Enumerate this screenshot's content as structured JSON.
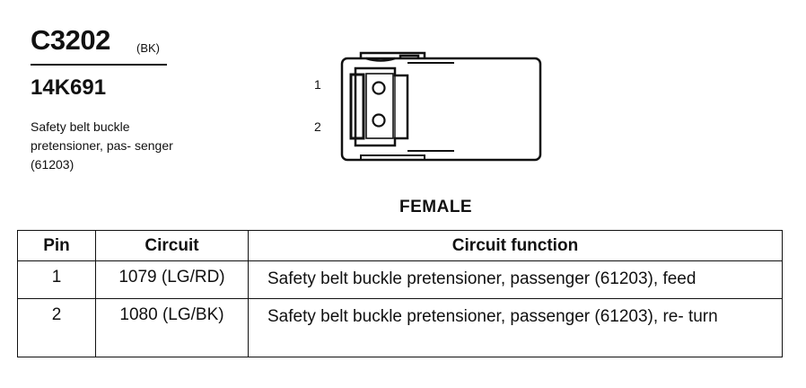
{
  "connector": {
    "id": "C3202",
    "color_code": "(BK)",
    "part_number": "14K691",
    "description": "Safety belt buckle pretensioner, pas- senger (61203)",
    "gender": "FEMALE",
    "pin_labels": [
      "1",
      "2"
    ]
  },
  "table": {
    "headers": {
      "pin": "Pin",
      "circuit": "Circuit",
      "function": "Circuit function"
    },
    "rows": [
      {
        "pin": "1",
        "circuit": "1079 (LG/RD)",
        "function": "Safety belt buckle pretensioner, passenger (61203), feed"
      },
      {
        "pin": "2",
        "circuit": "1080 (LG/BK)",
        "function": "Safety belt buckle pretensioner, passenger (61203), re- turn"
      }
    ]
  }
}
